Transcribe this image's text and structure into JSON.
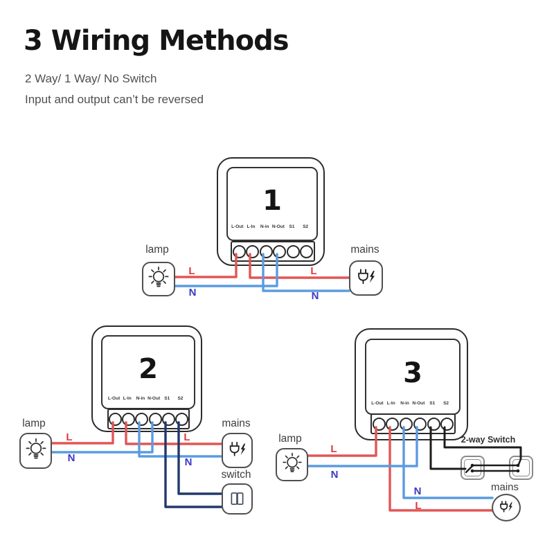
{
  "header": {
    "title": "3 Wiring Methods",
    "subtitle": "2 Way/ 1 Way/ No Switch",
    "note": "Input and output can’t be reversed"
  },
  "module": {
    "terminal_labels": [
      "L-Out",
      "L-In",
      "N-in",
      "N-Out",
      "S1",
      "S2"
    ]
  },
  "colors": {
    "live_wire": "#e25555",
    "neutral_wire": "#5b9be0",
    "switch_wire_navy": "#21396b",
    "switch_wire_black": "#1c1c1c",
    "live_label": "#e03a3a",
    "neutral_label": "#3939c8",
    "outline": "#2b2b2b"
  },
  "icons": {
    "lamp": "light-bulb-icon",
    "mains": "power-plug-lightning-icon",
    "switch": "rocker-switch-icon",
    "two_way_switch": "wall-switch-icon"
  },
  "diagrams": [
    {
      "number": "1",
      "lamp_label": "lamp",
      "mains_label": "mains",
      "wire_labels": {
        "lamp_l": "L",
        "lamp_n": "N",
        "mains_l": "L",
        "mains_n": "N"
      }
    },
    {
      "number": "2",
      "lamp_label": "lamp",
      "mains_label": "mains",
      "switch_label": "switch",
      "wire_labels": {
        "lamp_l": "L",
        "lamp_n": "N",
        "mains_l": "L",
        "mains_n": "N"
      }
    },
    {
      "number": "3",
      "lamp_label": "lamp",
      "mains_label": "mains",
      "switch_label": "2-way Switch",
      "wire_labels": {
        "lamp_l": "L",
        "lamp_n": "N",
        "mains_l": "L",
        "mains_n": "N"
      }
    }
  ]
}
